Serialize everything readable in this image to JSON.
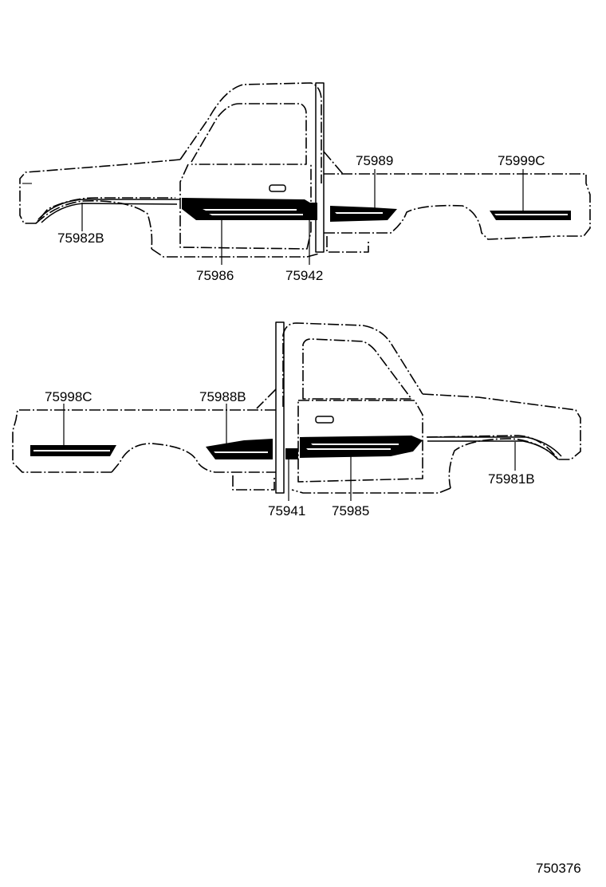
{
  "top_view": {
    "labels": {
      "p75989": "75989",
      "p75999c": "75999C",
      "p75982b": "75982B",
      "p75986": "75986",
      "p75942": "75942"
    }
  },
  "bottom_view": {
    "labels": {
      "p75998c": "75998C",
      "p75988b": "75988B",
      "p75941": "75941",
      "p75985": "75985",
      "p75981b": "75981B"
    }
  },
  "footer": {
    "figure_number": "750376"
  }
}
